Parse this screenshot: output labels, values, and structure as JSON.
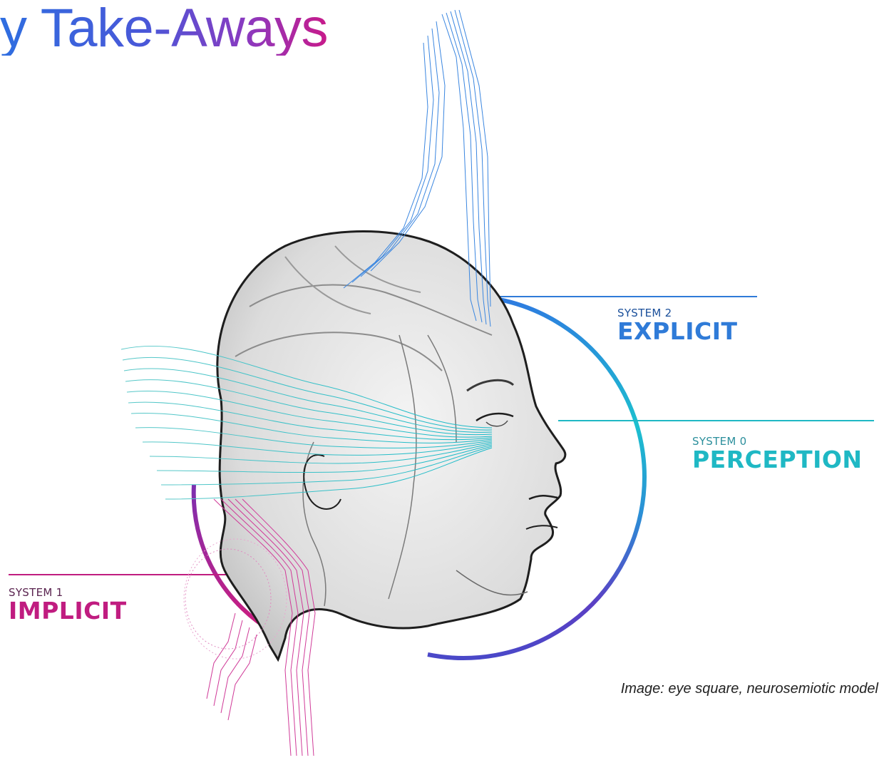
{
  "slide": {
    "title": "y Take-Aways",
    "caption": "Image: eye square, neurosemiotic model"
  },
  "systems": [
    {
      "id": "system2",
      "small_label": "SYSTEM 2",
      "big_label": "EXPLICIT",
      "color": "#2f7bd8"
    },
    {
      "id": "system0",
      "small_label": "SYSTEM 0",
      "big_label": "PERCEPTION",
      "color": "#1fb8c4"
    },
    {
      "id": "system1",
      "small_label": "SYSTEM 1",
      "big_label": "IMPLICIT",
      "color": "#c01c80"
    }
  ],
  "colors": {
    "title_gradient": [
      "#2f6ee0",
      "#8a3ac0",
      "#c81a8a"
    ],
    "head_fill": "#e6e6e6",
    "outline": "#1e1e1e"
  }
}
